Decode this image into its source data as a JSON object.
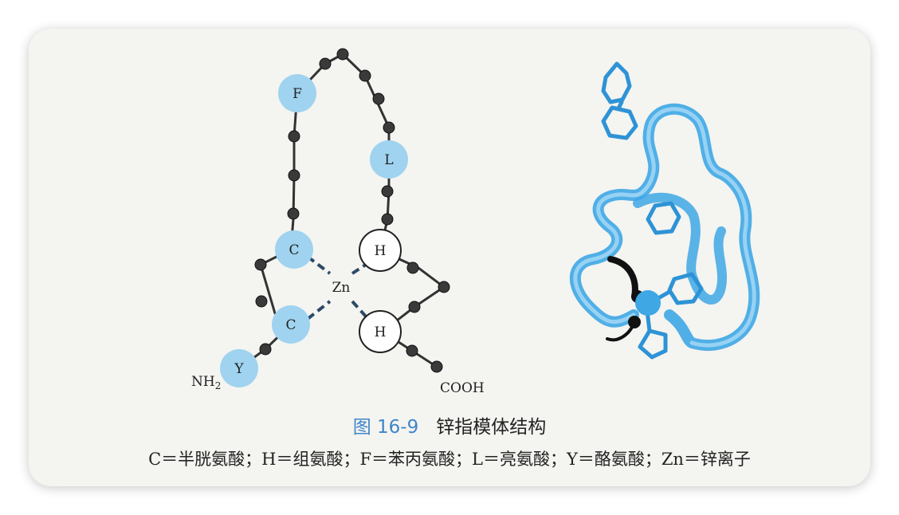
{
  "figure": {
    "labels": {
      "F": "F",
      "L": "L",
      "C1": "C",
      "C2": "C",
      "H1": "H",
      "H2": "H",
      "Y": "Y",
      "Zn": "Zn",
      "NH2": "NH",
      "NH2_sub": "2",
      "COOH": "COOH"
    },
    "colors": {
      "residue_blue": "#9fd3ef",
      "ribbon_blue": "#3ea7e4",
      "bead_dark": "#3a3a3a",
      "caption_blue": "#3f86c8"
    }
  },
  "caption": {
    "number": "图 16-9",
    "title": "锌指模体结构"
  },
  "legend": "C＝半胱氨酸；H＝组氨酸；F＝苯丙氨酸；L＝亮氨酸；Y＝酪氨酸；Zn＝锌离子"
}
